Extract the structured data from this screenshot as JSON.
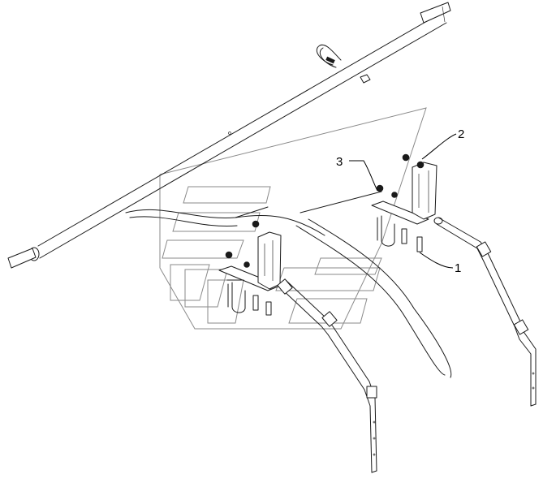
{
  "callouts": [
    {
      "id": "1",
      "label": "1"
    },
    {
      "id": "2",
      "label": "2"
    },
    {
      "id": "3",
      "label": "3"
    }
  ],
  "colors": {
    "line": "#1a1a1a",
    "watermark": "#8a8a8a",
    "background": "#ffffff"
  }
}
